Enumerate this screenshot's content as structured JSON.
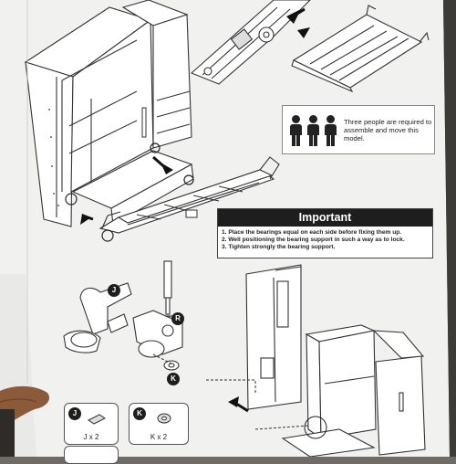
{
  "callout": {
    "text_line1": "Three people are required to",
    "text_line2": "assemble and move this model."
  },
  "important": {
    "title": "Important",
    "items": [
      "1. Place the bearings equal on each side before fixing them up.",
      "2. Well positioning the bearing support in such a way as to lock.",
      "3. Tighten strongly the bearing support."
    ]
  },
  "labels": {
    "J": "J",
    "R": "R",
    "K": "K"
  },
  "parts": {
    "j_qty": "J x 2",
    "k_qty": "K x 2"
  },
  "icons": {
    "people": "three-people-icon",
    "arrows": "pointer-arrow-icon"
  }
}
